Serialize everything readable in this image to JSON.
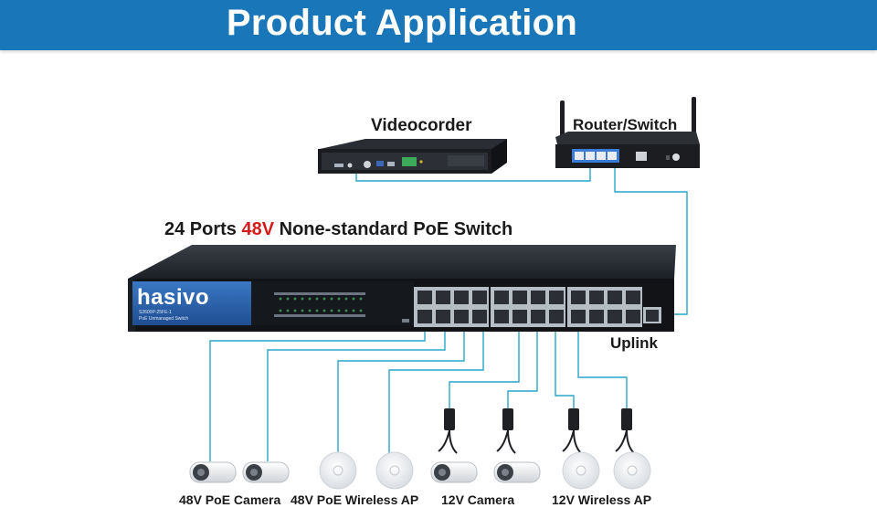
{
  "header": {
    "title": "Product Application"
  },
  "devices": {
    "videocorder": "Videocorder",
    "router": "Router/Switch",
    "switch_prefix": "24 Ports ",
    "switch_voltage": "48V",
    "switch_suffix": " None-standard PoE Switch",
    "uplink": "Uplink"
  },
  "switch_panel": {
    "brand": "hasivo",
    "model": "S2600P-25FE-1",
    "subtitle": "PoE Unmanaged Switch"
  },
  "endpoints": [
    {
      "label": "48V PoE Camera",
      "icon": "bullet-camera-icon"
    },
    {
      "label": "48V PoE Wireless AP",
      "icon": "ceiling-ap-icon"
    },
    {
      "label": "12V Camera",
      "icon": "bullet-camera-icon"
    },
    {
      "label": "12V Wireless AP",
      "icon": "ceiling-ap-icon"
    }
  ],
  "colors": {
    "banner": "#1976b8",
    "connection_line": "#2aa6c9",
    "switch_body": "#1c2026",
    "switch_panel": "#2b5fa8",
    "voltage_accent": "#d51c1c"
  }
}
